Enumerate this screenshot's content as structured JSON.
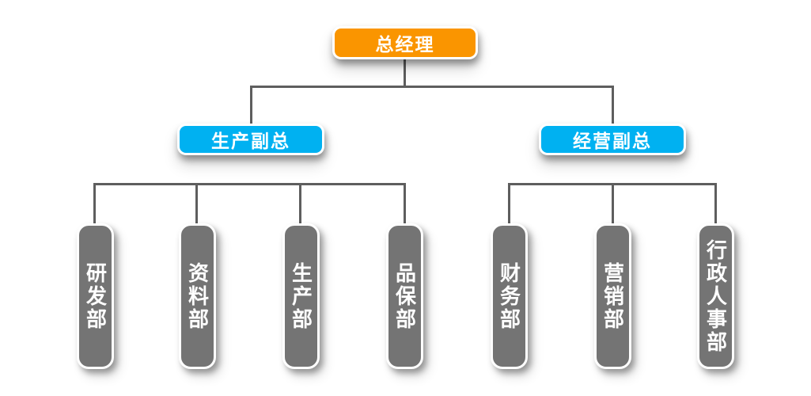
{
  "org": {
    "root": "总经理",
    "branches": [
      {
        "vp": "生产副总",
        "departments": [
          "研发部",
          "资料部",
          "生产部",
          "品保部"
        ]
      },
      {
        "vp": "经营副总",
        "departments": [
          "财务部",
          "营销部",
          "行政人事部"
        ]
      }
    ]
  },
  "colors": {
    "root_box": "#FA9500",
    "vp_box": "#00B1F1",
    "dept_box": "#747474",
    "connector_line": "#5E5E5E",
    "box_border": "#FFFFFF",
    "text": "#FFFFFF",
    "background": "#FFFFFF"
  }
}
